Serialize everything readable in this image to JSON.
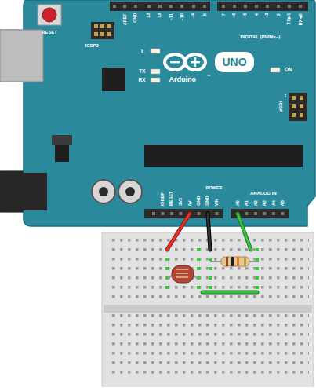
{
  "diagram": {
    "labels": [
      "RESET",
      "ICSP2",
      "AREF",
      "GND",
      "13",
      "12",
      "~11",
      "~10",
      "~9",
      "8",
      "7",
      "~6",
      "~5",
      "4",
      "~3",
      "2",
      "TX▶1",
      "RX◀0",
      "DIGITAL (PWM=~)",
      "L",
      "TX",
      "RX",
      "UNO",
      "Arduino",
      "™",
      "ON",
      "ICSP",
      "1",
      "IOREF",
      "RESET",
      "3V3",
      "5V",
      "GND",
      "GND",
      "VIN",
      "POWER",
      "ANALOG IN",
      "A0",
      "A1",
      "A2",
      "A3",
      "A4",
      "A5"
    ]
  }
}
